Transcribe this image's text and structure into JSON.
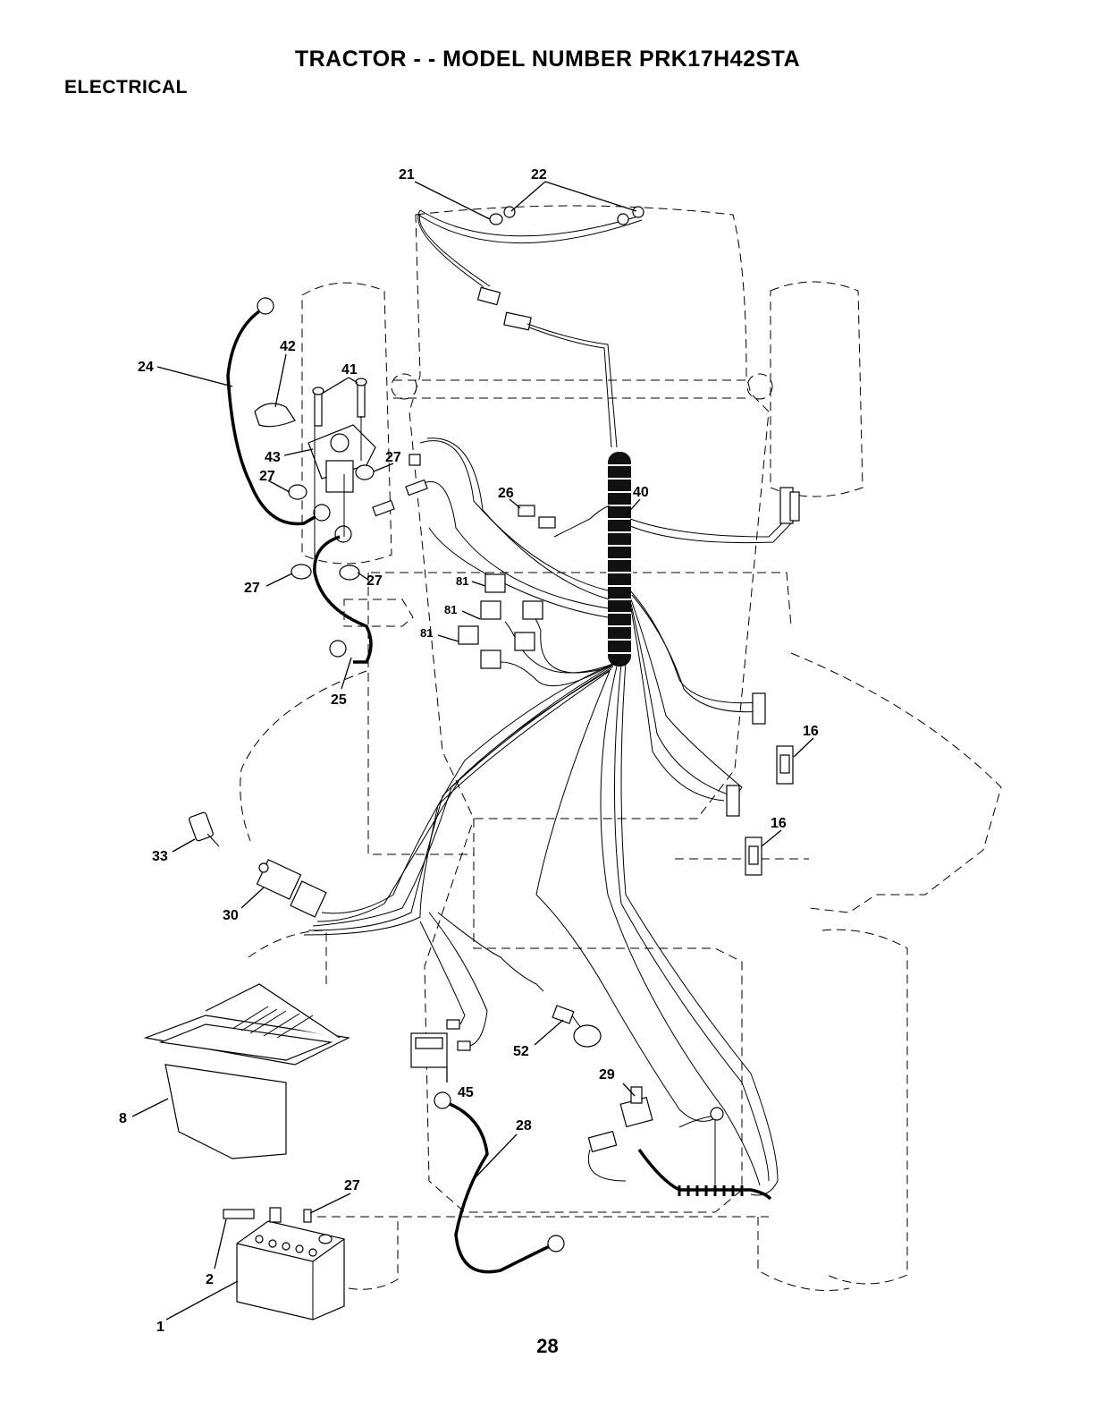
{
  "header": {
    "title": "TRACTOR - - MODEL NUMBER PRK17H42STA",
    "section": "ELECTRICAL"
  },
  "callouts": {
    "c1": "1",
    "c2": "2",
    "c8": "8",
    "c16a": "16",
    "c16b": "16",
    "c21": "21",
    "c22": "22",
    "c24": "24",
    "c25": "25",
    "c26": "26",
    "c27a": "27",
    "c27b": "27",
    "c27c": "27",
    "c27d": "27",
    "c27e": "27",
    "c28": "28",
    "c29": "29",
    "c30": "30",
    "c33": "33",
    "c40": "40",
    "c41": "41",
    "c42": "42",
    "c43": "43",
    "c45": "45",
    "c52": "52",
    "c81a": "81",
    "c81b": "81",
    "c81c": "81"
  },
  "footer": {
    "page_number": "28"
  }
}
